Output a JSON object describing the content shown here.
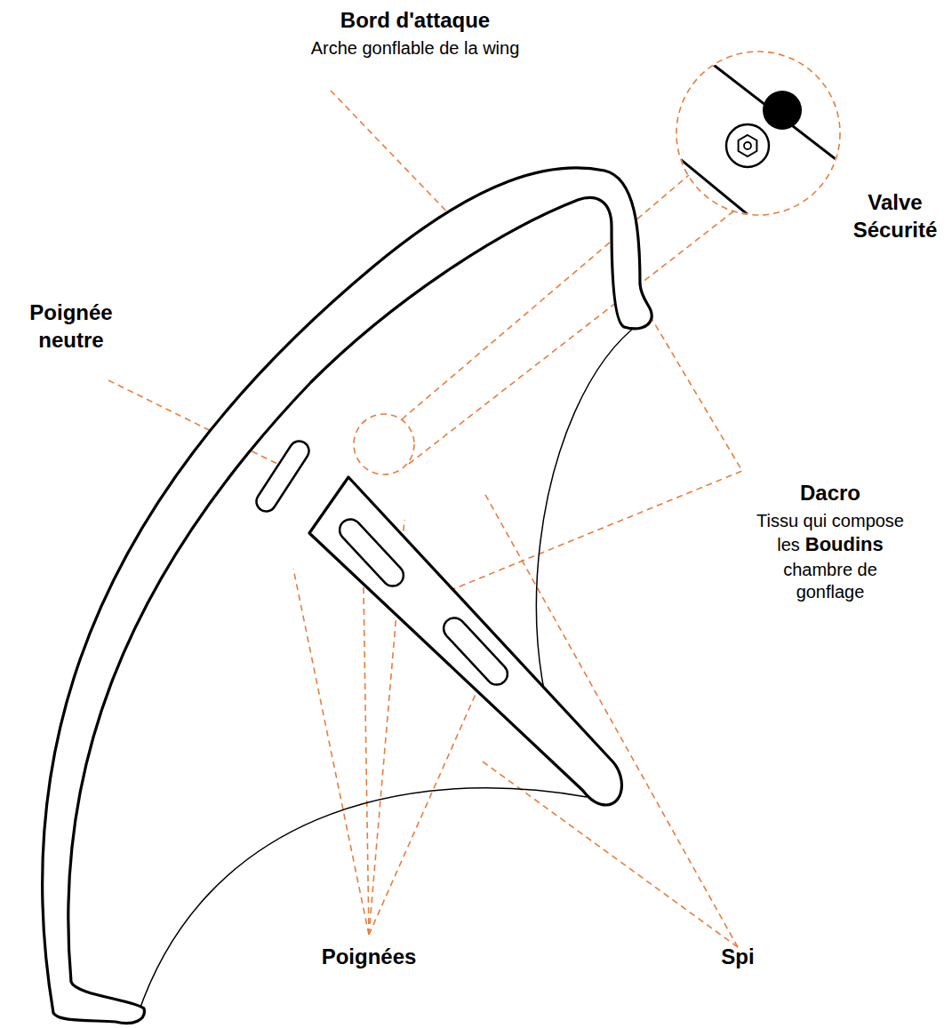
{
  "diagram": {
    "labels": [
      "Bord d'attaque",
      "Arche gonflable de la wing",
      "Valve Sécurité",
      "Poignée neutre",
      "Dacro",
      "Tissu qui compose les",
      "Boudins",
      "chambre de gonflage",
      "Poignées",
      "Spi"
    ]
  }
}
